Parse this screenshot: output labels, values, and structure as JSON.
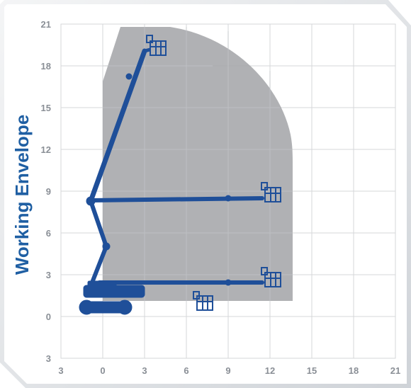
{
  "diagram": {
    "title": "Working Envelope",
    "x_ticks": [
      "3",
      "0",
      "3",
      "6",
      "9",
      "12",
      "15",
      "18",
      "21"
    ],
    "y_ticks": [
      "21",
      "18",
      "15",
      "12",
      "9",
      "6",
      "3",
      "0",
      "3"
    ],
    "colors": {
      "envelope": "#a7a9ac",
      "machine": "#1f4f99",
      "grid": "#d5d7da",
      "tick": "#8a8f96",
      "title": "#1f5fa3",
      "card_shadow": "#cfd3d8"
    },
    "icons": [
      "boom-lift-machine-icon",
      "platform-basket-icon"
    ]
  }
}
